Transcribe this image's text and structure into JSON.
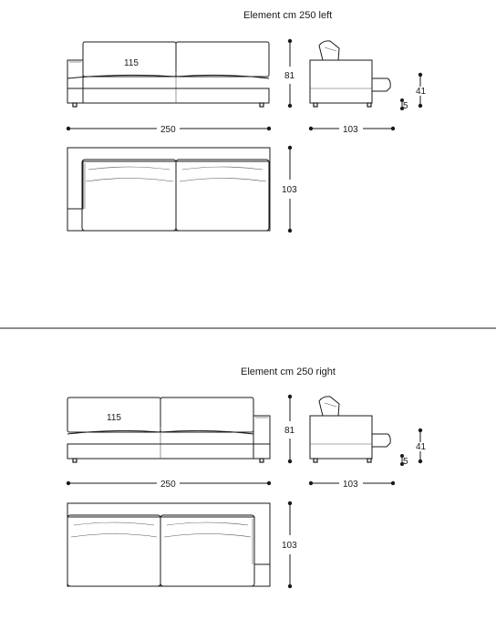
{
  "sections": [
    {
      "title": "Element cm 250 left",
      "seat_width_label": "115",
      "width_label": "250",
      "height_label": "81",
      "depth_label": "103",
      "seat_height_label": "41",
      "foot_height_label": "5",
      "top_depth_label": "103"
    },
    {
      "title": "Element cm 250 right",
      "seat_width_label": "115",
      "width_label": "250",
      "height_label": "81",
      "depth_label": "103",
      "seat_height_label": "41",
      "foot_height_label": "5",
      "top_depth_label": "103"
    }
  ],
  "colors": {
    "line": "#1a1a1a",
    "background": "#ffffff"
  }
}
